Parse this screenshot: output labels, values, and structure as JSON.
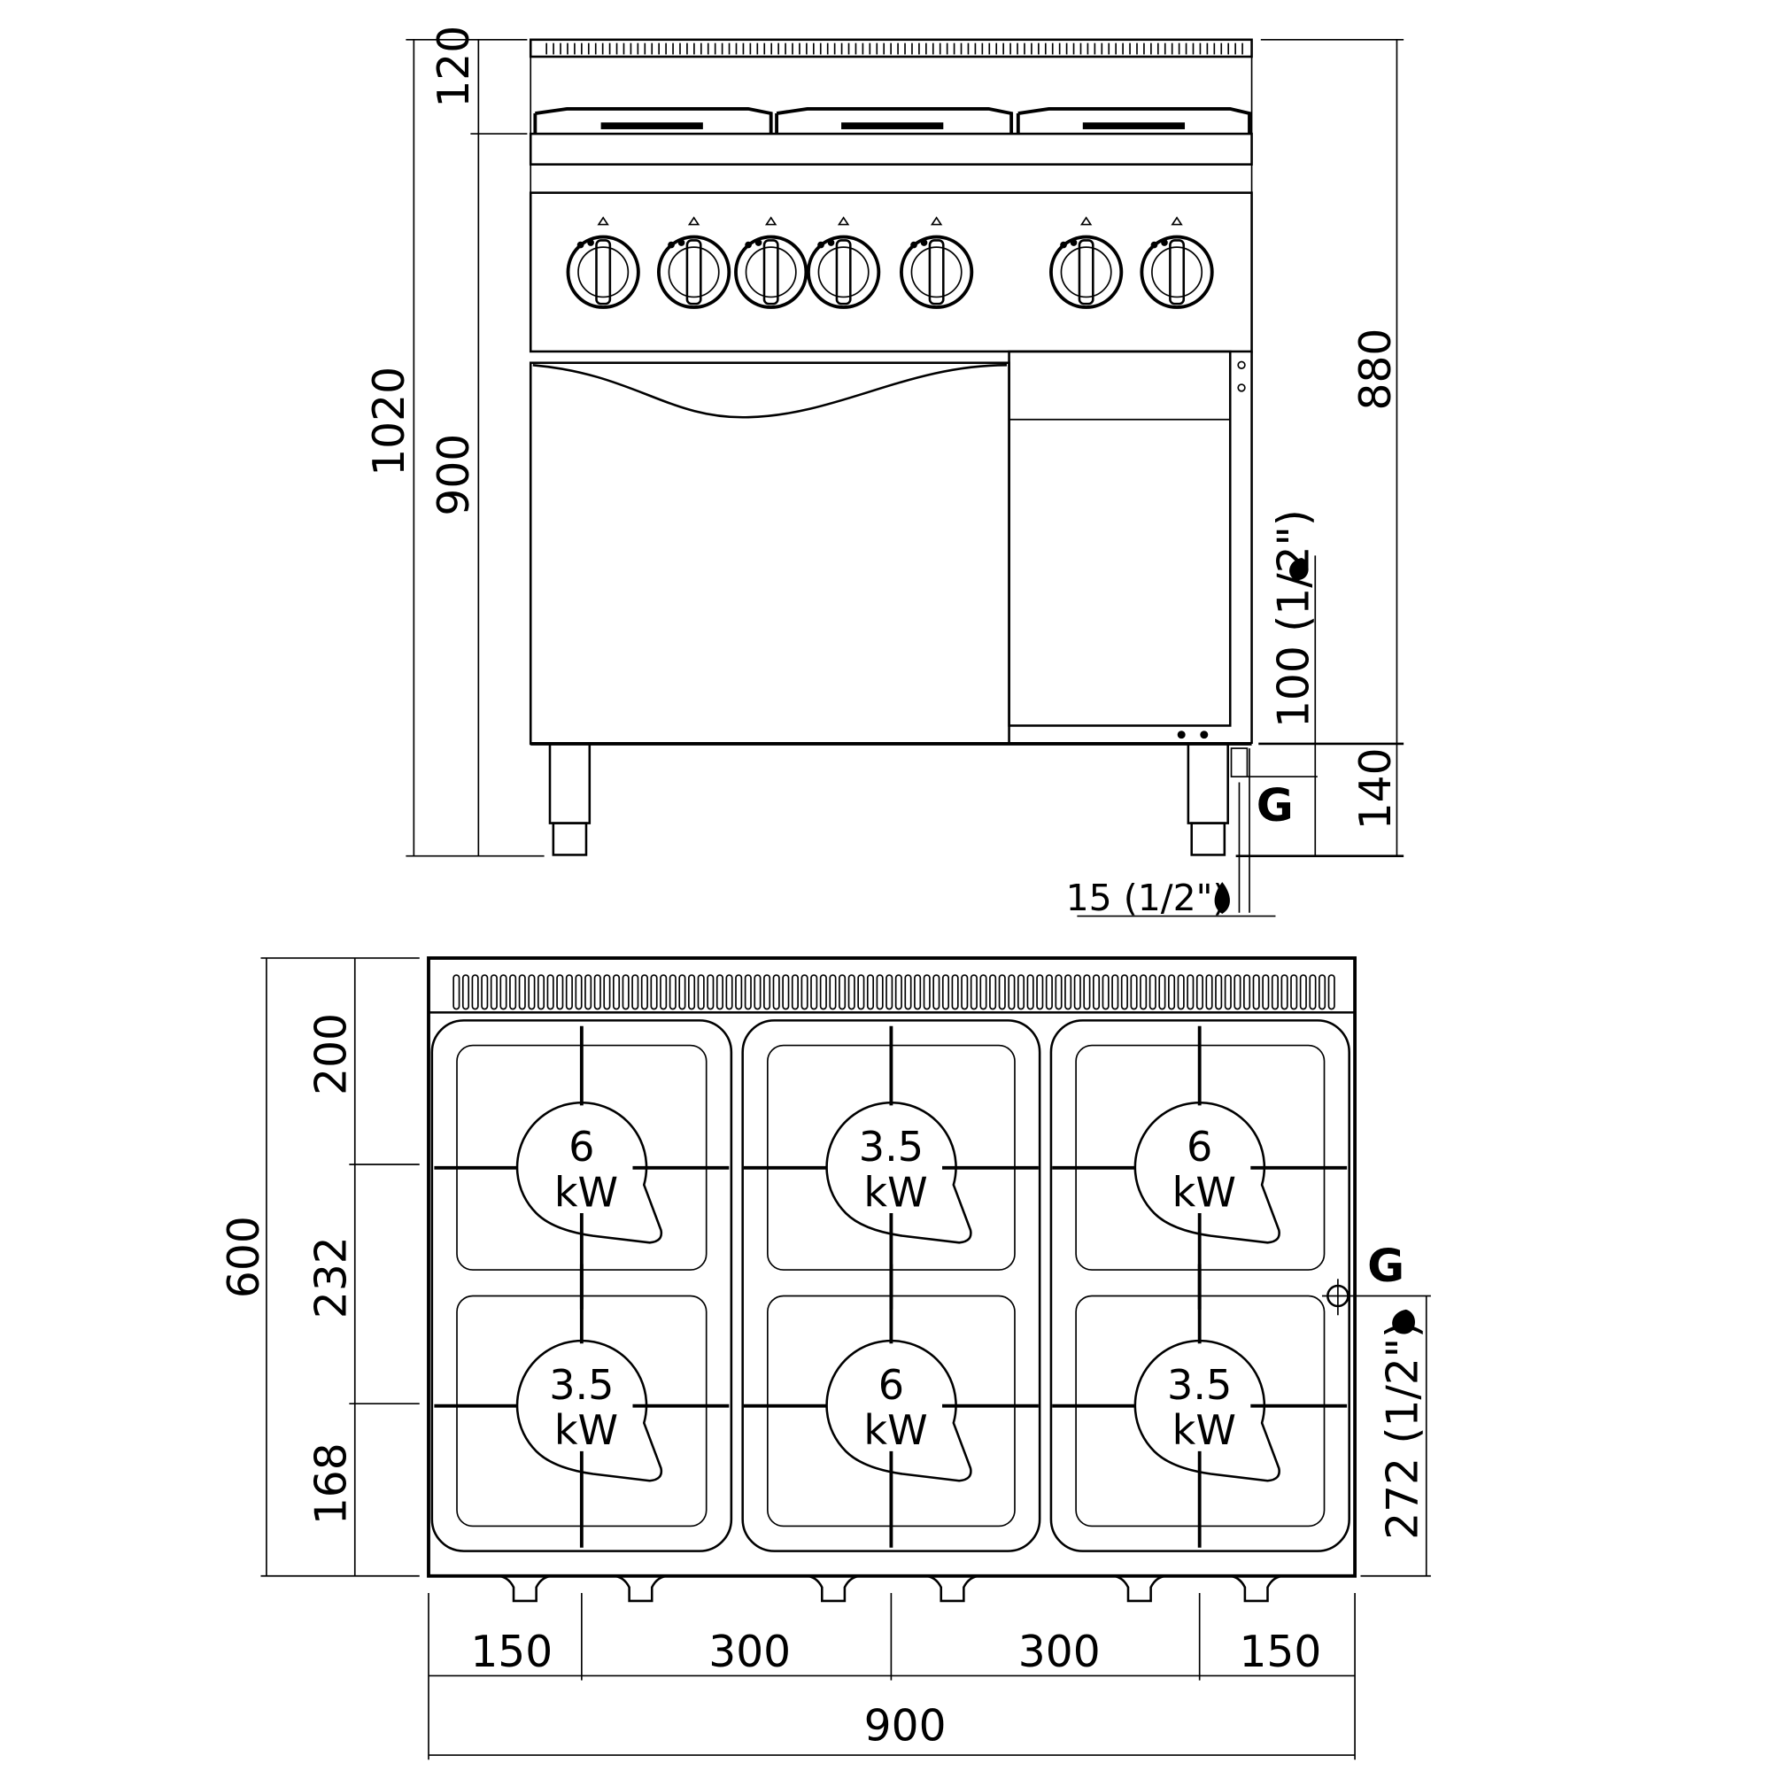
{
  "front_view": {
    "dims": {
      "overall_height": "1020",
      "top_height": "120",
      "body_height": "900",
      "right_height": "880",
      "gas_height": "100 (1/2\")",
      "leg_height": "140",
      "gas_offset": "15 (1/2\")"
    },
    "gas_label": "G"
  },
  "top_view": {
    "dims": {
      "depth": "600",
      "d1": "200",
      "d2": "232",
      "d3": "168",
      "gas_depth": "272 (1/2\")",
      "w1": "150",
      "w2": "300",
      "w3": "300",
      "w4": "150",
      "total_width": "900"
    },
    "gas_label": "G",
    "burners": [
      {
        "power": "6",
        "unit": "kW"
      },
      {
        "power": "3.5",
        "unit": "kW"
      },
      {
        "power": "6",
        "unit": "kW"
      },
      {
        "power": "3.5",
        "unit": "kW"
      },
      {
        "power": "6",
        "unit": "kW"
      },
      {
        "power": "3.5",
        "unit": "kW"
      }
    ]
  }
}
